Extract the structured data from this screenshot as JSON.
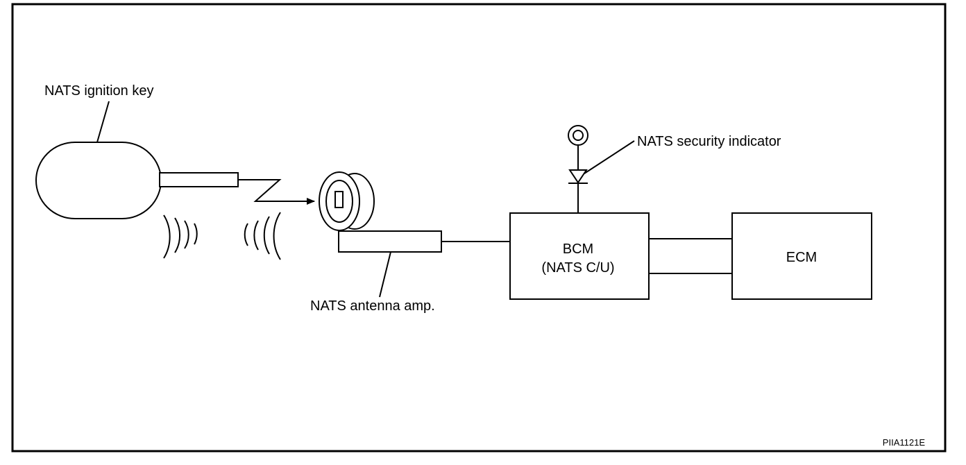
{
  "labels": {
    "ignition_key": "NATS ignition key",
    "security_indicator": "NATS security indicator",
    "antenna_amp": "NATS antenna amp.",
    "bcm_line1": "BCM",
    "bcm_line2": "(NATS C/U)",
    "ecm": "ECM",
    "figure_code": "PIIA1121E"
  },
  "components": [
    {
      "id": "ignition-key",
      "label": "NATS ignition key"
    },
    {
      "id": "antenna-amp",
      "label": "NATS antenna amp."
    },
    {
      "id": "bcm",
      "label": "BCM (NATS C/U)"
    },
    {
      "id": "security-indicator",
      "label": "NATS security indicator"
    },
    {
      "id": "ecm",
      "label": "ECM"
    }
  ],
  "connections": [
    {
      "from": "ignition-key",
      "to": "antenna-amp",
      "kind": "wireless"
    },
    {
      "from": "antenna-amp",
      "to": "bcm",
      "kind": "wire"
    },
    {
      "from": "bcm",
      "to": "security-indicator",
      "kind": "wire"
    },
    {
      "from": "bcm",
      "to": "ecm",
      "kind": "wire"
    },
    {
      "from": "bcm",
      "to": "ecm",
      "kind": "wire"
    }
  ]
}
